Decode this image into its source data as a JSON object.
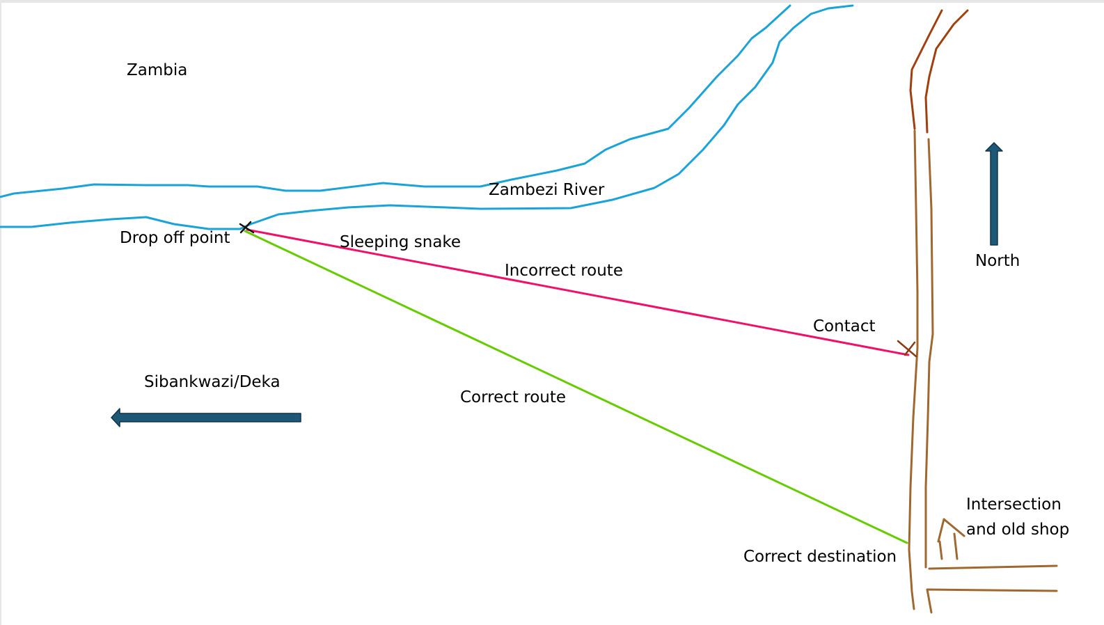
{
  "colors": {
    "river": "#1aa3d9",
    "road": "#a0682f",
    "road_top": "#a0400f",
    "incorrect_route": "#f0106a",
    "correct_route": "#66cc00",
    "arrow": "#1d5877"
  },
  "labels": {
    "zambia": "Zambia",
    "river": "Zambezi River",
    "drop_off": "Drop off point",
    "sleeping_snake": "Sleeping snake",
    "incorrect_route": "Incorrect route",
    "contact": "Contact",
    "sibankwazi": "Sibankwazi/Deka",
    "correct_route": "Correct route",
    "north": "North",
    "intersection_line1": "Intersection",
    "intersection_line2": "and old shop",
    "correct_destination": "Correct destination"
  },
  "icons": {
    "north_arrow": "arrow-up",
    "west_arrow": "arrow-left",
    "markers": "x-mark"
  }
}
